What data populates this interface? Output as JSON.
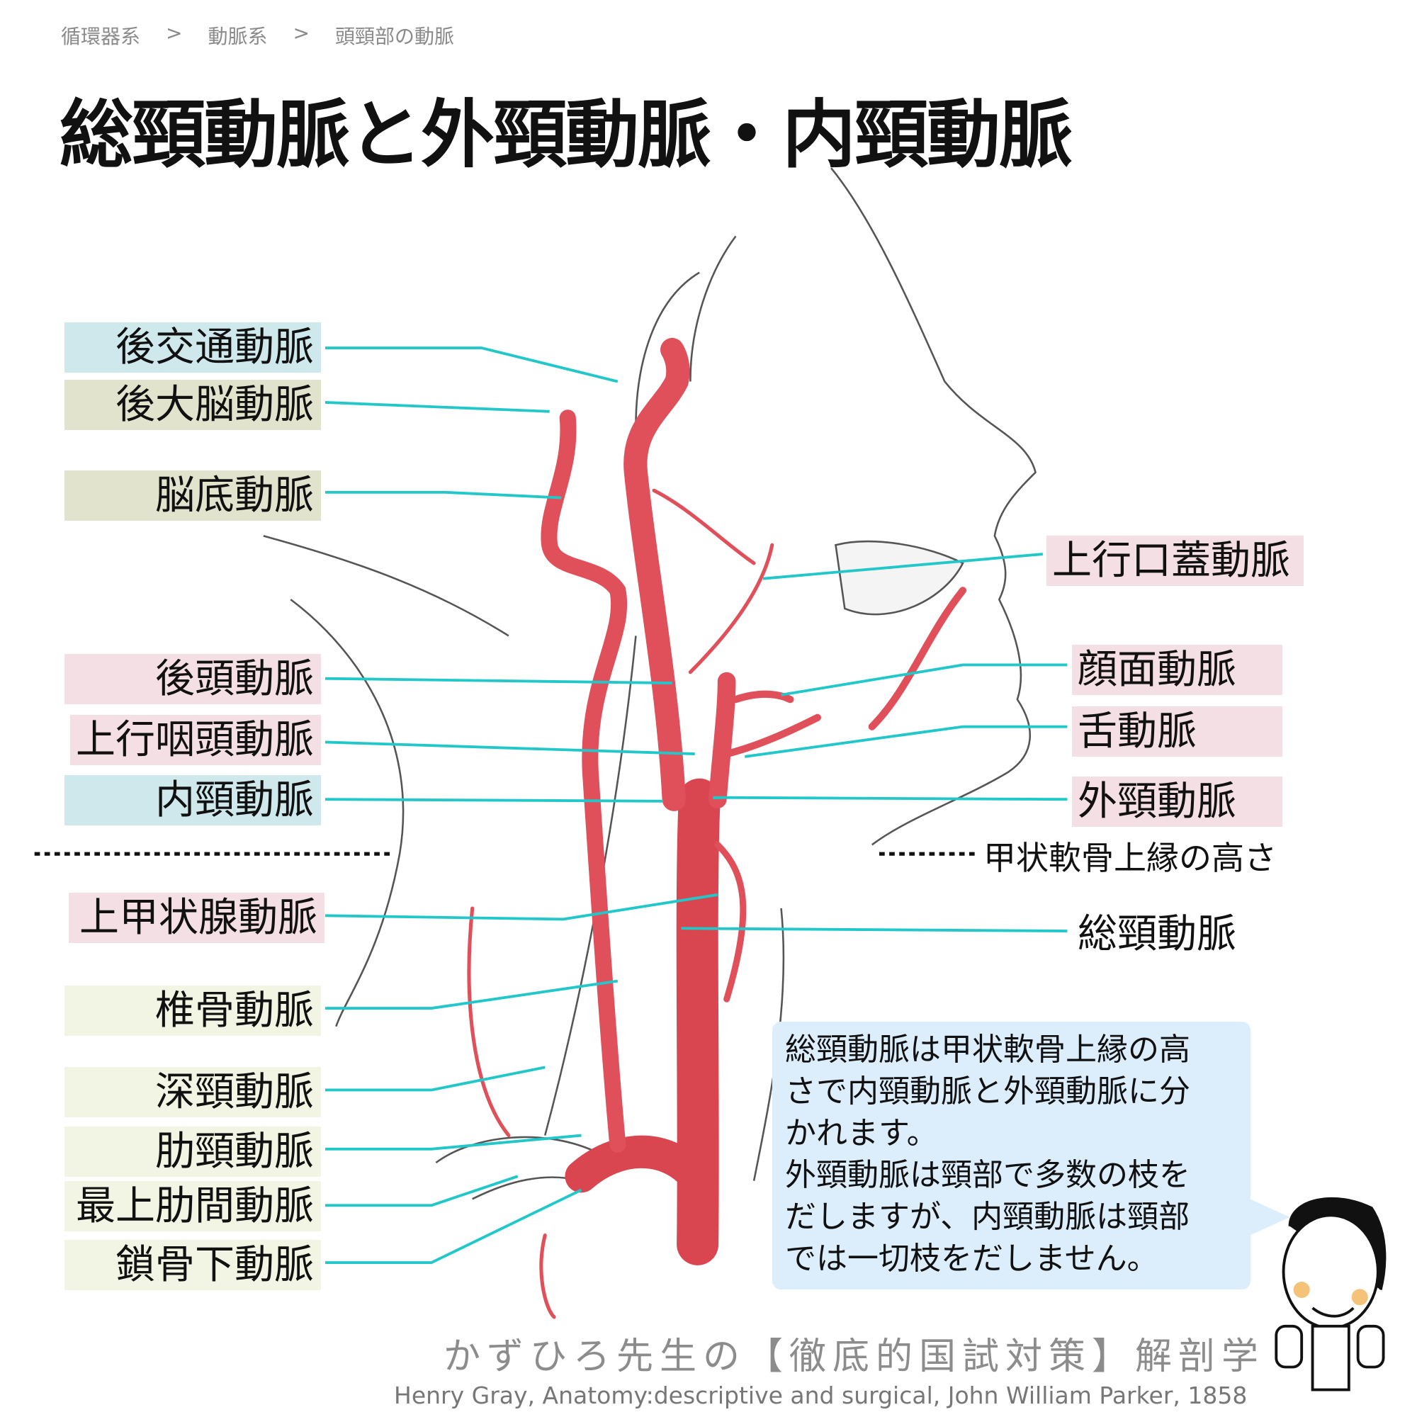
{
  "breadcrumb": [
    "循環器系",
    ">",
    "動脈系",
    ">",
    "頭頸部の動脈"
  ],
  "title": "総頸動脈と外頸動脈・内頸動脈",
  "left_labels": [
    {
      "text": "後交通動脈",
      "color": "#cfe8ec"
    },
    {
      "text": "後大脳動脈",
      "color": "#e2e3cd"
    },
    {
      "text": "脳底動脈",
      "color": "#e2e3cd"
    },
    {
      "text": "後頭動脈",
      "color": "#f3dfe4"
    },
    {
      "text": "上行咽頭動脈",
      "color": "#f3dfe4"
    },
    {
      "text": "内頸動脈",
      "color": "#cfe8ec"
    },
    {
      "text": "上甲状腺動脈",
      "color": "#f3dfe4"
    },
    {
      "text": "椎骨動脈",
      "color": "#f2f4e4"
    },
    {
      "text": "深頸動脈",
      "color": "#f2f4e4"
    },
    {
      "text": "肋頸動脈",
      "color": "#f2f4e4"
    },
    {
      "text": "最上肋間動脈",
      "color": "#f2f4e4"
    },
    {
      "text": "鎖骨下動脈",
      "color": "#f2f4e4"
    }
  ],
  "right_labels": [
    {
      "text": "上行口蓋動脈",
      "color": "#f3dfe4"
    },
    {
      "text": "顔面動脈",
      "color": "#f3dfe4"
    },
    {
      "text": "舌動脈",
      "color": "#f3dfe4"
    },
    {
      "text": "外頸動脈",
      "color": "#f3dfe4"
    },
    {
      "text": "甲状軟骨上縁の高さ",
      "color": ""
    },
    {
      "text": "総頸動脈",
      "color": ""
    }
  ],
  "bubble_lines": [
    "総頸動脈は甲状軟骨上縁の高",
    "さで内頸動脈と外頸動脈に分",
    "かれます。",
    "外頸動脈は頸部で多数の枝を",
    "だしますが、内頸動脈は頸部",
    "では一切枝をだしません。"
  ],
  "brand": "かずひろ先生の【徹底的国試対策】解剖学",
  "credit": "Henry Gray, Anatomy:descriptive and surgical, John William Parker, 1858",
  "colors": {
    "artery": "#e0505a",
    "leader": "#22c7c9",
    "bubble": "#dcedfb"
  }
}
